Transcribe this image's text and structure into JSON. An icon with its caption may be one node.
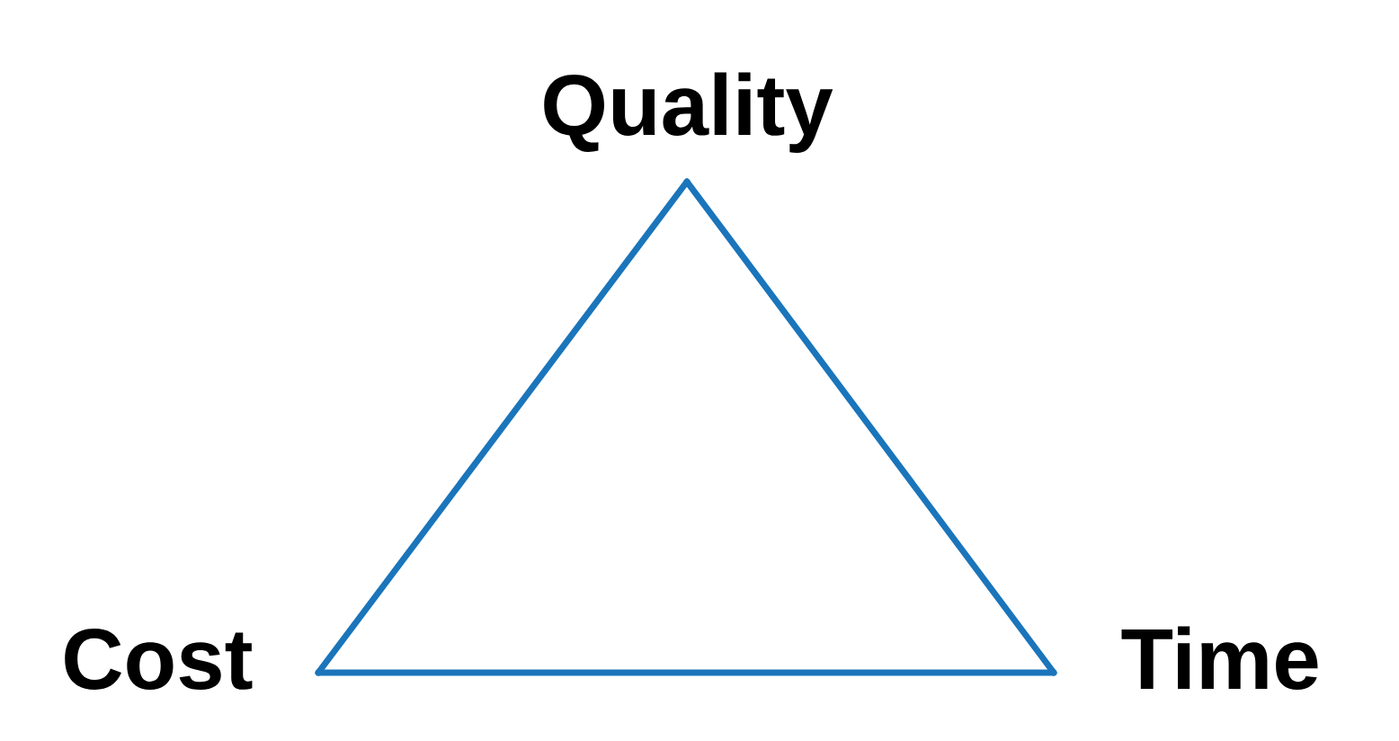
{
  "diagram": {
    "nodes": [
      {
        "text": [
          "Quality"
        ]
      },
      {
        "text": [
          "Cost"
        ]
      },
      {
        "text": [
          "Time"
        ]
      }
    ],
    "edges": [
      {
        "from": 0,
        "to": 1,
        "arrow": "none"
      },
      {
        "from": 1,
        "to": 2,
        "arrow": "none"
      },
      {
        "from": 2,
        "to": 0,
        "arrow": "none"
      }
    ]
  }
}
